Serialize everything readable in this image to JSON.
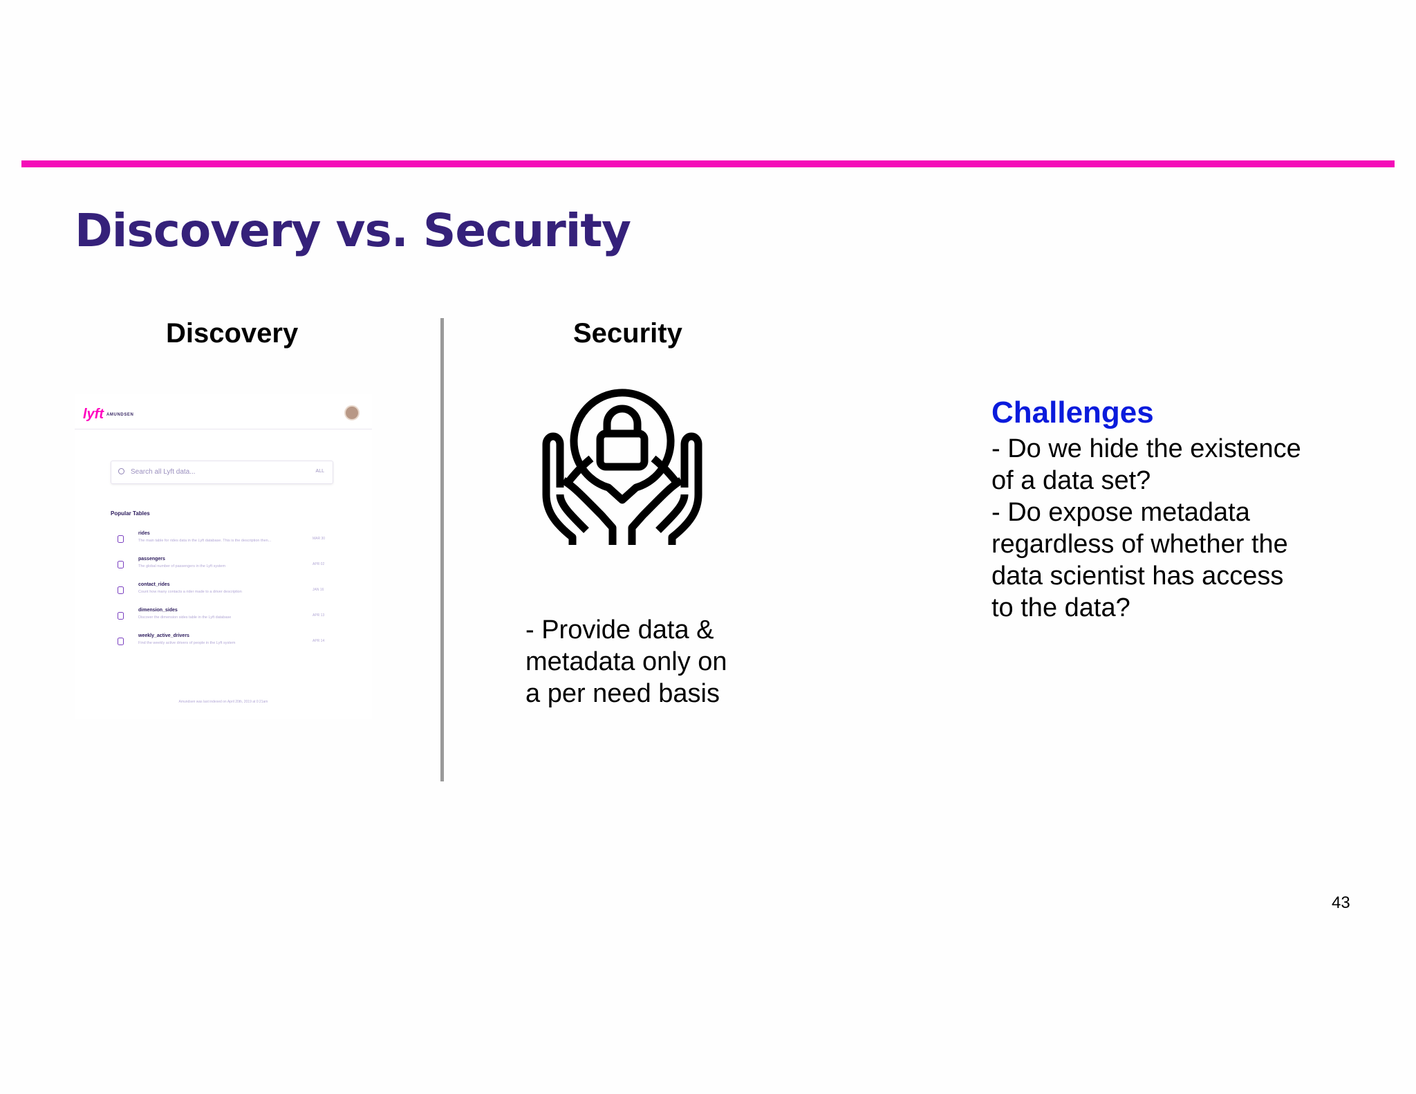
{
  "slide": {
    "title": "Discovery vs. Security",
    "page_number": "43",
    "accent_color": "#f40bb8",
    "title_color": "#35217a"
  },
  "discovery": {
    "heading": "Discovery",
    "screenshot": {
      "logo": "lyft",
      "brand": "AMUNDSEN",
      "search_placeholder": "Search all Lyft data...",
      "search_scope": "ALL",
      "popular_title": "Popular Tables",
      "tables": [
        {
          "name": "rides",
          "description": "The main table for rides data in the Lyft database. This is the description then...",
          "date": "MAR 30"
        },
        {
          "name": "passengers",
          "description": "The global number of passengers in the Lyft system",
          "date": "APR 02"
        },
        {
          "name": "contact_rides",
          "description": "Count how many contacts a rider made to a driver description",
          "date": "JAN 16"
        },
        {
          "name": "dimension_sides",
          "description": "Discover the dimension sides table in the Lyft database",
          "date": "APR 13"
        },
        {
          "name": "weekly_active_drivers",
          "description": "Find the weekly active drivers of people in the Lyft system",
          "date": "APR 14"
        }
      ],
      "footer": "Amundsen was last indexed on April 20th, 2019 at 0:21am"
    }
  },
  "security": {
    "heading": "Security",
    "icon": "hands-lock-icon",
    "text": "- Provide data &\nmetadata only on\na per need basis"
  },
  "challenges": {
    "title": "Challenges",
    "title_color": "#0a1bdc",
    "text": "- Do we hide the existence\nof a data set?\n- Do expose metadata\nregardless of whether the\ndata scientist has access\nto the data?"
  }
}
